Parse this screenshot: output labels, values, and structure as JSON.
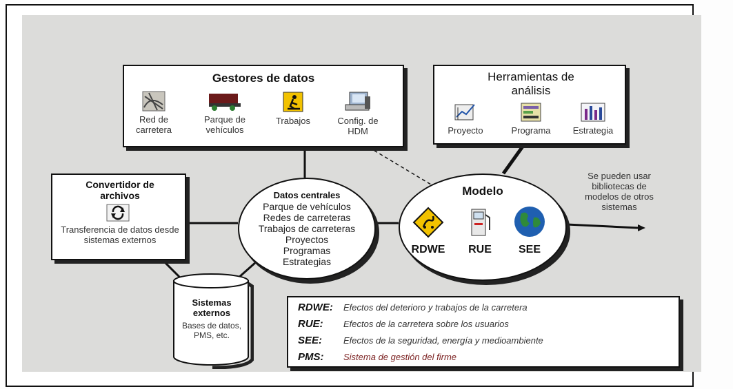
{
  "gestores": {
    "title": "Gestores de datos",
    "items": [
      {
        "label": "Red de carretera",
        "icon": "road-network-icon"
      },
      {
        "label": "Parque de vehículos",
        "icon": "truck-icon"
      },
      {
        "label": "Trabajos",
        "icon": "roadwork-sign-icon"
      },
      {
        "label": "Config. de HDM",
        "icon": "computer-icon"
      }
    ]
  },
  "herramientas": {
    "title": "Herramientas de análisis",
    "items": [
      {
        "label": "Proyecto",
        "icon": "project-chart-icon"
      },
      {
        "label": "Programa",
        "icon": "program-table-icon"
      },
      {
        "label": "Estrategia",
        "icon": "strategy-bars-icon"
      }
    ]
  },
  "convertidor": {
    "title": "Convertidor de archivos",
    "icon": "refresh-arrows-icon",
    "text": "Transferencia de datos desde sistemas externos"
  },
  "datos_centrales": {
    "title": "Datos centrales",
    "items": [
      "Parque de vehículos",
      "Redes de carreteras",
      "Trabajos de carreteras",
      "Proyectos",
      "Programas",
      "Estrategias"
    ]
  },
  "modelo": {
    "title": "Modelo",
    "items": [
      {
        "label": "RDWE",
        "icon": "road-warning-sign-icon"
      },
      {
        "label": "RUE",
        "icon": "fuel-pump-icon"
      },
      {
        "label": "SEE",
        "icon": "globe-icon"
      }
    ]
  },
  "side_note": "Se pueden usar bibliotecas de modelos de otros sistemas",
  "sistemas": {
    "title": "Sistemas externos",
    "text": "Bases de datos, PMS, etc."
  },
  "legend": [
    {
      "abbr": "RDWE:",
      "text": "Efectos del deterioro y trabajos de la carretera"
    },
    {
      "abbr": "RUE:",
      "text": "Efectos de la carretera sobre los usuarios"
    },
    {
      "abbr": "SEE:",
      "text": "Efectos de la seguridad, energía y medioambiente"
    },
    {
      "abbr": "PMS:",
      "text": "Sistema de gestión del firme"
    }
  ],
  "colors": {
    "background": "#dcdcda",
    "box": "#ffffff",
    "shadow": "#222222",
    "legend_text_red": "#7a1f1f"
  }
}
